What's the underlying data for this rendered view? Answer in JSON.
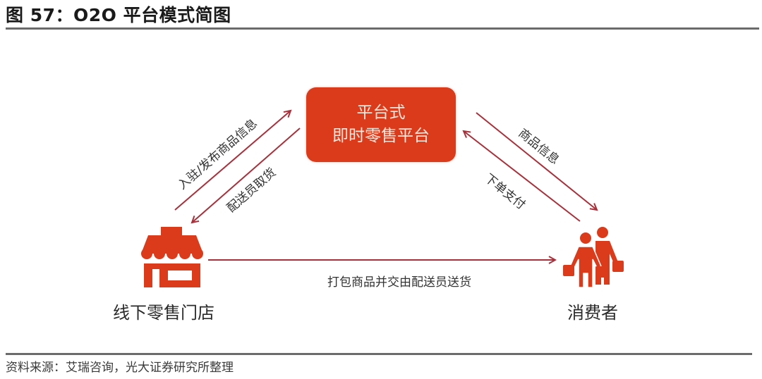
{
  "header": {
    "title": "图 57：O2O 平台模式简图"
  },
  "diagram": {
    "platform": {
      "line1": "平台式",
      "line2": "即时零售平台"
    },
    "store": {
      "label": "线下零售门店",
      "icon": "storefront-icon"
    },
    "consumer": {
      "label": "消费者",
      "icon": "shoppers-icon"
    },
    "edges": {
      "store_to_platform": "入驻/发布商品信息",
      "platform_to_store": "配送员取货",
      "platform_to_consumer": "商品信息",
      "consumer_to_platform": "下单支付",
      "store_to_consumer": "打包商品并交由配送员送货"
    },
    "colors": {
      "accent_red": "#dc3b1b",
      "arrow": "#a8303a",
      "rule": "#6b6b6b"
    }
  },
  "footer": {
    "source": "资料来源：艾瑞咨询，光大证券研究所整理"
  }
}
